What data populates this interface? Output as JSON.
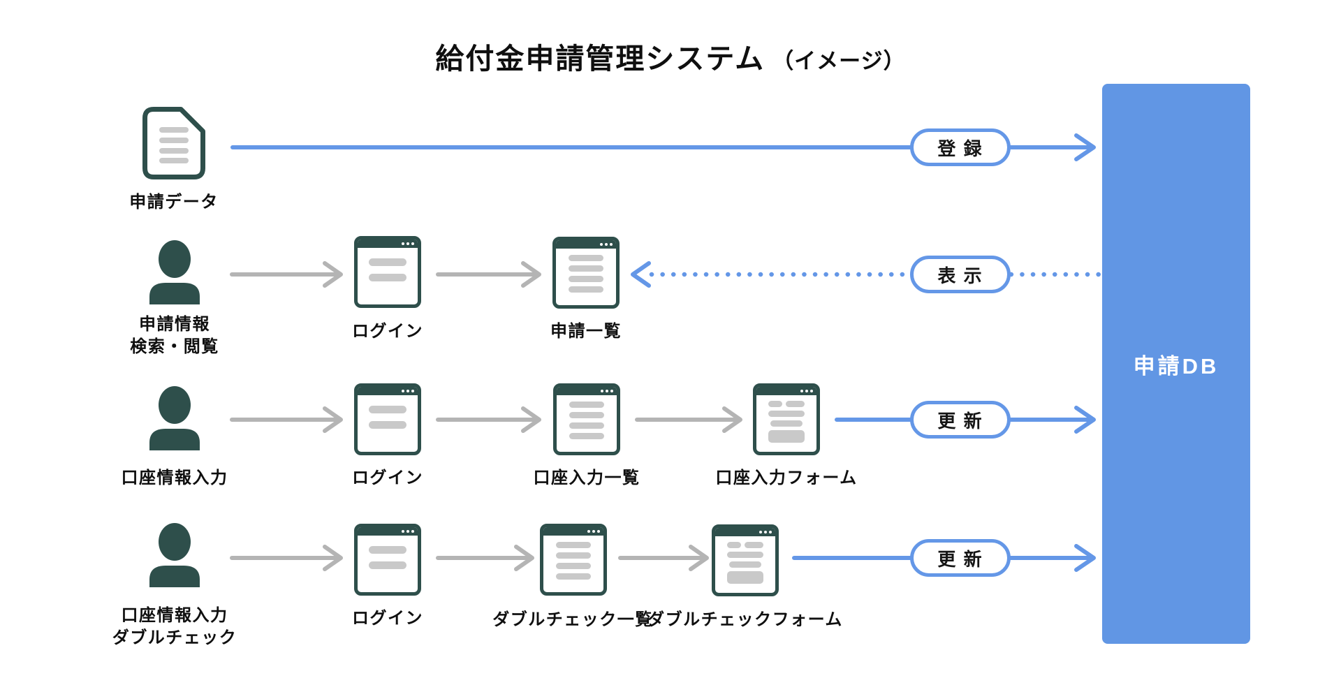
{
  "title": {
    "main": "給付金申請管理システム",
    "note": "（イメージ）"
  },
  "database": {
    "label": "申請DB"
  },
  "colors": {
    "accent_blue": "#6497E7",
    "db_blue": "#6196E4",
    "dark_teal": "#2E4F4B",
    "icon_line_gray": "#C9C9C9",
    "arrow_gray": "#B4B4B4",
    "text_dark": "#0F0F0F"
  },
  "flows": [
    {
      "source": "申請データ",
      "source_icon": "document",
      "screens": [],
      "action": "登 録",
      "arrow_style": "solid-blue-to-db"
    },
    {
      "source_line1": "申請情報",
      "source_line2": "検索・閲覧",
      "source_icon": "user",
      "screens": [
        "ログイン",
        "申請一覧"
      ],
      "action": "表 示",
      "arrow_style": "dotted-blue-from-db"
    },
    {
      "source_line1": "口座情報入力",
      "source_line2": "",
      "source_icon": "user",
      "screens": [
        "ログイン",
        "口座入力一覧",
        "口座入力フォーム"
      ],
      "action": "更 新",
      "arrow_style": "solid-blue-to-db"
    },
    {
      "source_line1": "口座情報入力",
      "source_line2": "ダブルチェック",
      "source_icon": "user",
      "screens": [
        "ログイン",
        "ダブルチェック一覧",
        "ダブルチェックフォーム"
      ],
      "action": "更 新",
      "arrow_style": "solid-blue-to-db"
    }
  ]
}
